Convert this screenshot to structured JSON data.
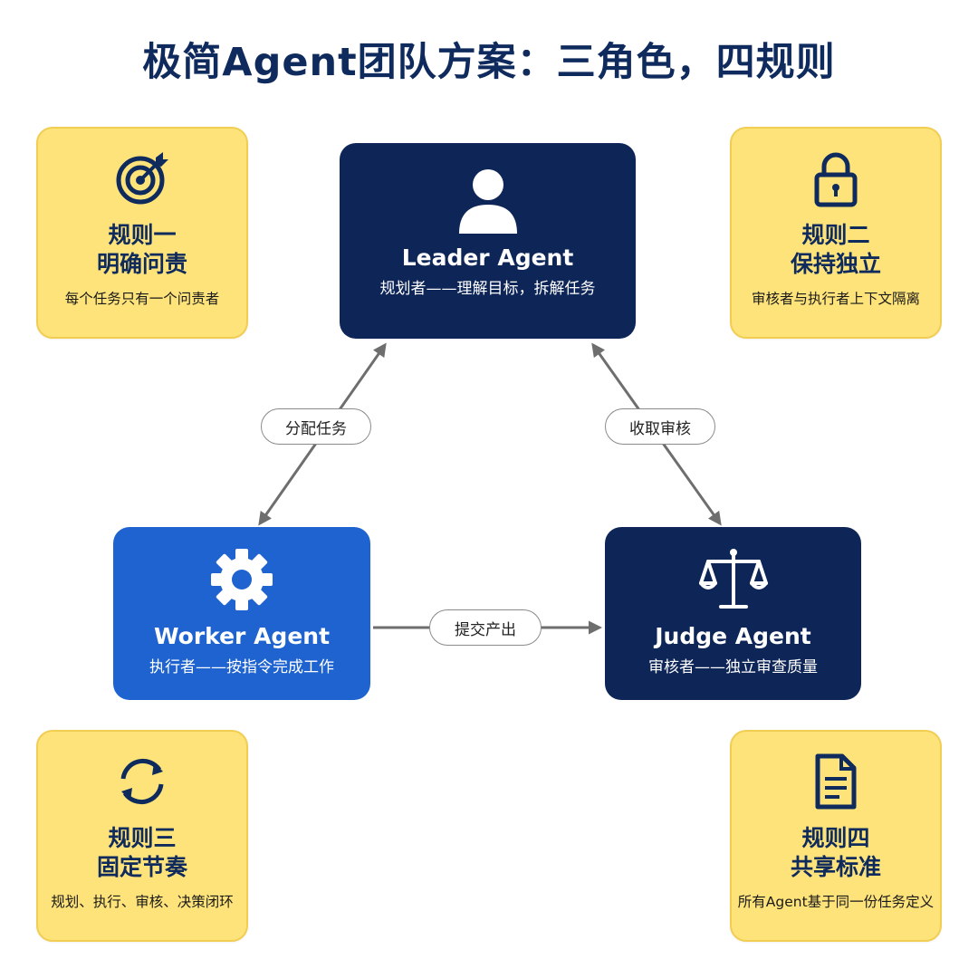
{
  "title": "极简Agent团队方案：三角色，四规则",
  "rules": [
    {
      "icon": "target-icon",
      "name": "规则一",
      "sub": "明确问责",
      "desc": "每个任务只有一个问责者"
    },
    {
      "icon": "lock-icon",
      "name": "规则二",
      "sub": "保持独立",
      "desc": "审核者与执行者上下文隔离"
    },
    {
      "icon": "cycle-icon",
      "name": "规则三",
      "sub": "固定节奏",
      "desc": "规划、执行、审核、决策闭环"
    },
    {
      "icon": "document-icon",
      "name": "规则四",
      "sub": "共享标准",
      "desc": "所有Agent基于同一份任务定义"
    }
  ],
  "agents": {
    "leader": {
      "icon": "person-icon",
      "name": "Leader Agent",
      "desc": "规划者——理解目标，拆解任务"
    },
    "worker": {
      "icon": "gear-icon",
      "name": "Worker Agent",
      "desc": "执行者——按指令完成工作"
    },
    "judge": {
      "icon": "scales-icon",
      "name": "Judge Agent",
      "desc": "审核者——独立审查质量"
    }
  },
  "connectors": {
    "assign": "分配任务",
    "review": "收取审核",
    "submit": "提交产出"
  },
  "colors": {
    "navy": "#0d2557",
    "blue": "#1e63cf",
    "yellow": "#fde37a",
    "arrow": "#6e6e6e"
  }
}
